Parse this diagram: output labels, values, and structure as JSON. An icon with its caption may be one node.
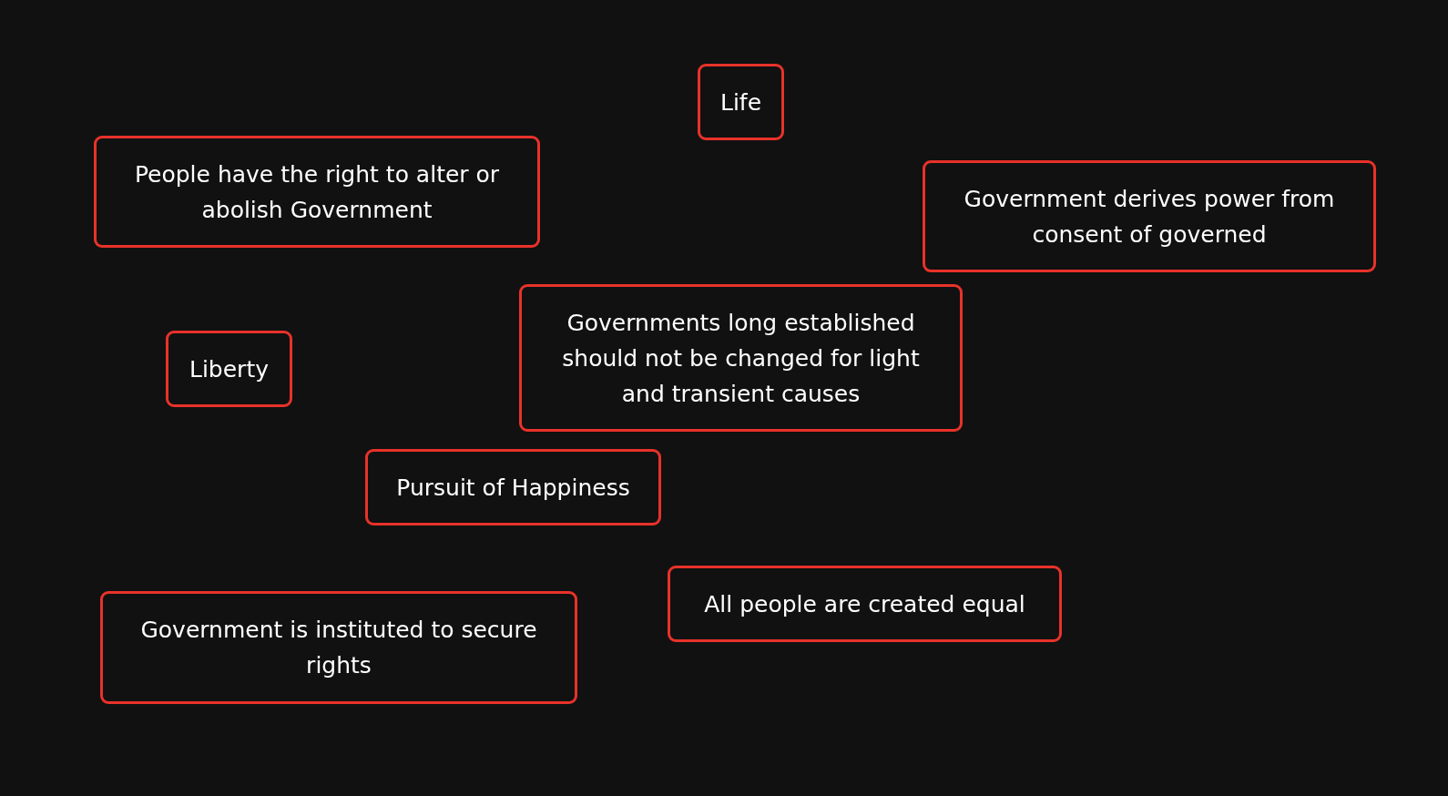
{
  "diagram": {
    "nodes": [
      {
        "text": [
          "Life"
        ]
      },
      {
        "text": [
          "People have the right to alter or abolish Government"
        ]
      },
      {
        "text": [
          "Government derives power from consent of governed"
        ]
      },
      {
        "text": [
          "Governments long established should not be changed for light and transient causes"
        ]
      },
      {
        "text": [
          "Liberty"
        ]
      },
      {
        "text": [
          "Pursuit of Happiness"
        ]
      },
      {
        "text": [
          "All people are created equal"
        ]
      },
      {
        "text": [
          "Government is instituted to secure rights"
        ]
      }
    ]
  }
}
